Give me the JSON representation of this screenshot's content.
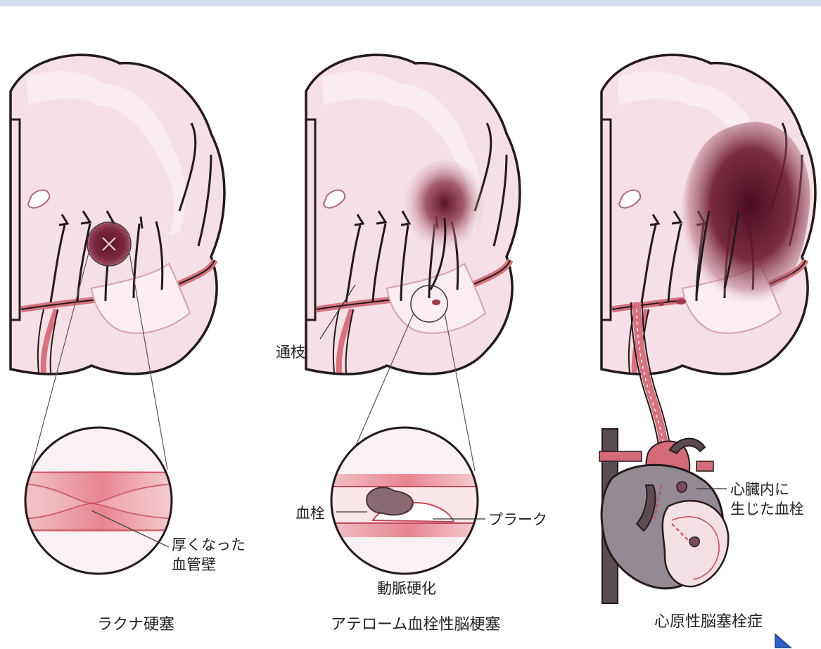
{
  "panels": {
    "lacunar": {
      "title": "ラクナ硬塞",
      "label_wall_line1": "厚くなった",
      "label_wall_line2": "血管壁"
    },
    "atherothrombotic": {
      "title": "アテローム血栓性脳梗塞",
      "label_branch": "通枝",
      "label_thrombus": "血栓",
      "label_plaque": "プラーク",
      "label_atherosclerosis": "動脈硬化"
    },
    "cardioembolic": {
      "title": "心原性脳塞栓症",
      "label_clot_line1": "心臓内に",
      "label_clot_line2": "生じた血栓"
    }
  },
  "colors": {
    "brain_tissue": "#f6dfe6",
    "cortex": "#fbeef2",
    "vessel": "#d6727f",
    "outline": "#231a1c",
    "infarct": "#6e1c33",
    "vessel_wall": "#e9858f",
    "heart": "#948a94",
    "aorta": "#d46b78"
  },
  "icons": {
    "nav": "play-triangle-icon"
  }
}
